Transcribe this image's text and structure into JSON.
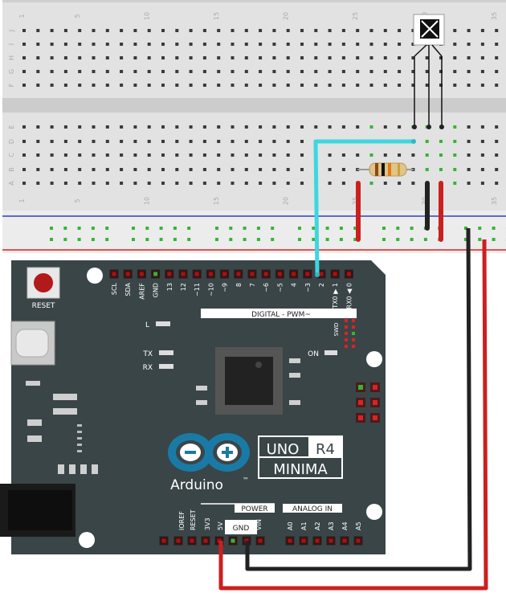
{
  "breadboard": {
    "row_labels_top": [
      "J",
      "I",
      "H",
      "G",
      "F"
    ],
    "row_labels_bottom": [
      "E",
      "D",
      "C",
      "B",
      "A"
    ],
    "column_numbers": [
      "1",
      "5",
      "10",
      "15",
      "20",
      "25",
      "30",
      "35"
    ]
  },
  "board": {
    "reset_label": "RESET",
    "digital_header": [
      "SCL",
      "SDA",
      "AREF",
      "GND",
      "13",
      "12",
      "~11",
      "~10",
      "~9",
      "8",
      "7",
      "~6",
      "~5",
      "4",
      "~3",
      "2",
      "TX0 ▶ 1",
      "RX0 ◀ 0"
    ],
    "digital_banner": "DIGITAL  -  PWM~",
    "led_l": "L",
    "led_tx": "TX",
    "led_rx": "RX",
    "led_on": "ON",
    "swd": "SWD",
    "brand": "Arduino",
    "tm": "™",
    "model_uno": "UNO",
    "model_r4": "R4",
    "model_minima": "MINIMA",
    "power_banner": "POWER",
    "analog_banner": "ANALOG IN",
    "power_pins": [
      "IOREF",
      "RESET",
      "3V3",
      "5V",
      "GND",
      "VIN"
    ],
    "analog_pins": [
      "A0",
      "A1",
      "A2",
      "A3",
      "A4",
      "A5"
    ],
    "gnd_box": "GND"
  },
  "colors": {
    "board": "#3a4548",
    "wire_signal": "#3fd6e0",
    "wire_power": "#cc1f1f",
    "wire_ground": "#222222",
    "breadboard": "#e6e6e6"
  }
}
